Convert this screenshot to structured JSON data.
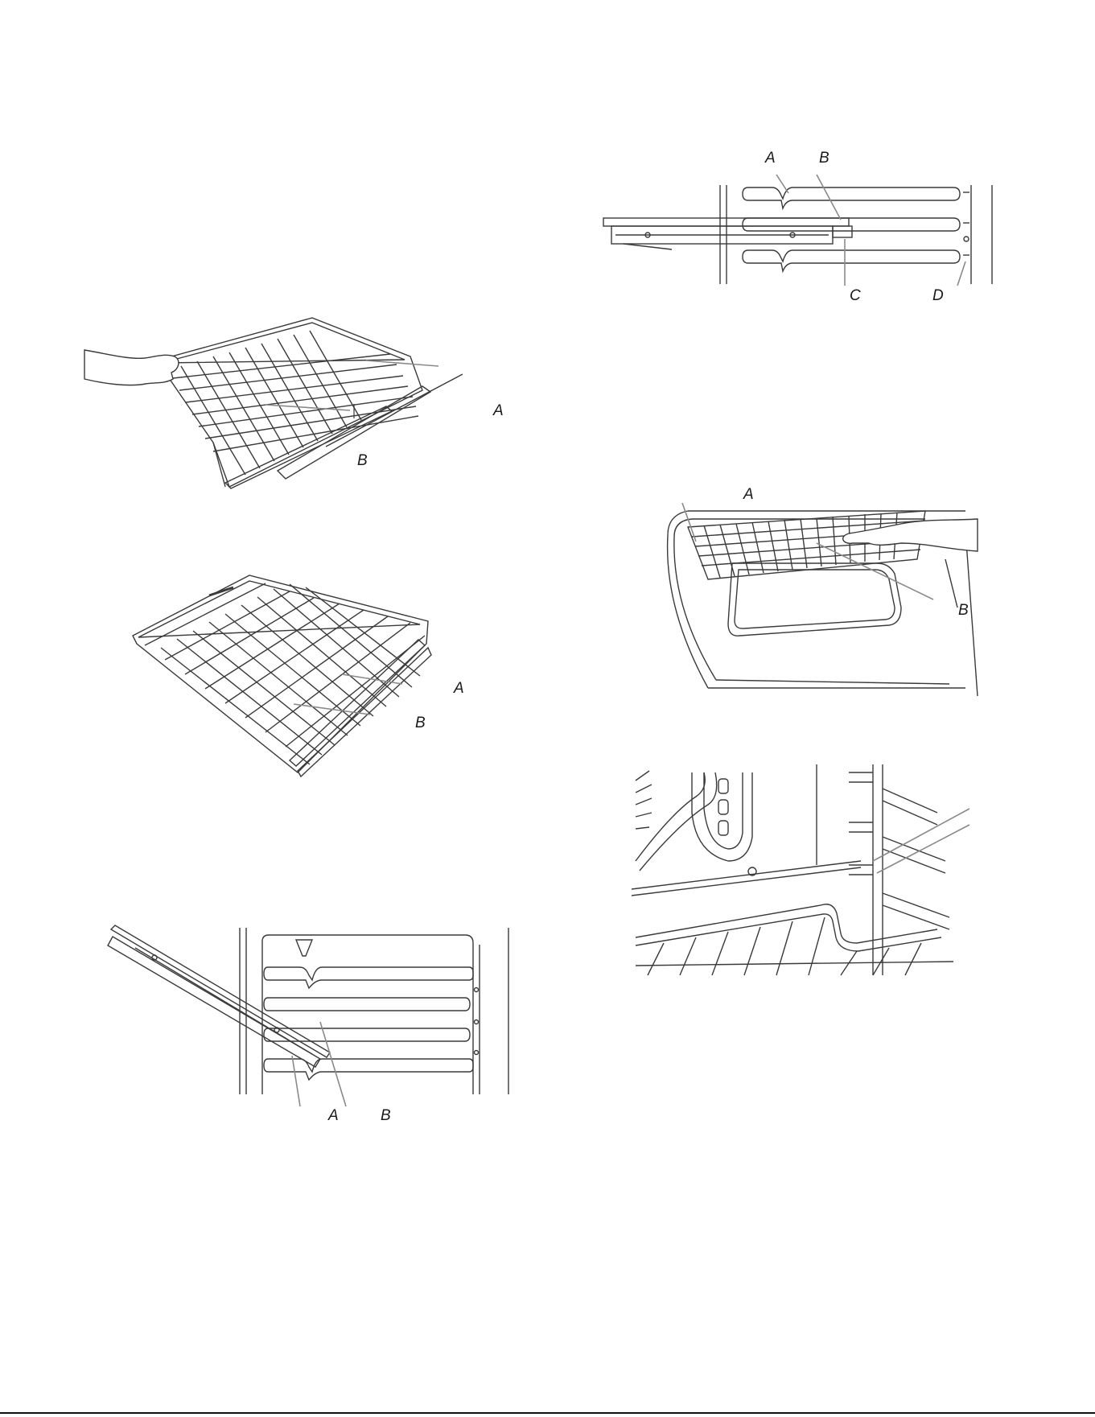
{
  "figures": {
    "rack_pull": {
      "label_a": "A",
      "label_b": "B"
    },
    "rack_full": {
      "label_a": "A",
      "label_b": "B"
    },
    "rack_insert": {
      "label_a": "A",
      "label_b": "B"
    },
    "slide_rail": {
      "label_a": "A",
      "label_b": "B",
      "label_c": "C",
      "label_d": "D"
    },
    "rack_in_oven": {
      "label_a": "A",
      "label_b": "B"
    },
    "oven_interior": {}
  },
  "colors": {
    "ink": "#3a3a3a",
    "leader": "#8a8a8a",
    "rule": "#111111"
  }
}
